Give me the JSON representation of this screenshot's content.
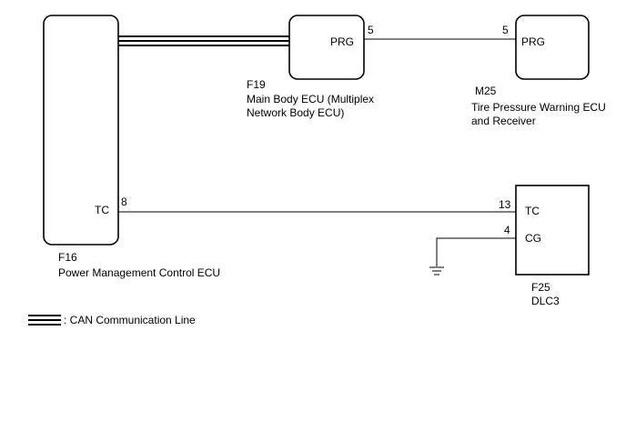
{
  "components": {
    "f16": {
      "code": "F16",
      "name": "Power Management Control ECU",
      "pin_label": "TC",
      "pin_number": "8"
    },
    "f19": {
      "code": "F19",
      "name_line1": "Main Body ECU (Multiplex",
      "name_line2": "Network Body ECU)",
      "pin_label": "PRG",
      "pin_number": "5"
    },
    "m25": {
      "code": "M25",
      "name_line1": "Tire Pressure Warning ECU",
      "name_line2": "and Receiver",
      "pin_label": "PRG",
      "pin_number": "5"
    },
    "f25": {
      "code": "F25",
      "name": "DLC3",
      "pin_tc_label": "TC",
      "pin_tc_number": "13",
      "pin_cg_label": "CG",
      "pin_cg_number": "4"
    }
  },
  "legend": {
    "can_label": ": CAN Communication Line"
  },
  "icons": {
    "ground": "ground-symbol-icon"
  }
}
